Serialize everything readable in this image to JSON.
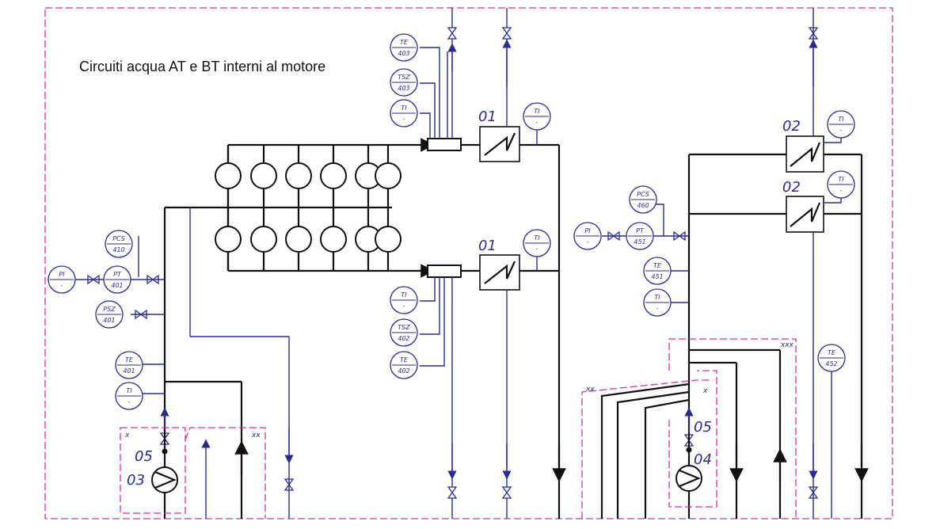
{
  "title": "Circuiti acqua AT e BT interni al motore",
  "colors": {
    "process": "#2b2d8c",
    "main_line": "#111111",
    "boundary": "#d2359a"
  },
  "equipment": {
    "hx_at_upper": "01",
    "hx_at_lower": "01",
    "hx_bt_upper": "02",
    "hx_bt_lower": "02",
    "pump_at": "03",
    "pump_bt": "04",
    "valve_at": "05",
    "valve_bt": "05"
  },
  "instruments": [
    {
      "id": "te403",
      "top": "TE",
      "bottom": "403"
    },
    {
      "id": "tsz403",
      "top": "TSZ",
      "bottom": "403"
    },
    {
      "id": "ti-inlet-upper",
      "top": "TI",
      "bottom": "-"
    },
    {
      "id": "ti-hx01-upper",
      "top": "TI",
      "bottom": "-"
    },
    {
      "id": "ti-hx01-lower",
      "top": "TI",
      "bottom": "-"
    },
    {
      "id": "ti-inlet-lower",
      "top": "TI",
      "bottom": "-"
    },
    {
      "id": "tsz402",
      "top": "TSZ",
      "bottom": "402"
    },
    {
      "id": "te402",
      "top": "TE",
      "bottom": "402"
    },
    {
      "id": "pcs410",
      "top": "PCS",
      "bottom": "410"
    },
    {
      "id": "pi-left",
      "top": "PI",
      "bottom": "-"
    },
    {
      "id": "pt401",
      "top": "PT",
      "bottom": "401"
    },
    {
      "id": "psz401",
      "top": "PSZ",
      "bottom": "401"
    },
    {
      "id": "te401",
      "top": "TE",
      "bottom": "401"
    },
    {
      "id": "ti-left",
      "top": "TI",
      "bottom": "-"
    },
    {
      "id": "ti-hx02-upper",
      "top": "TI",
      "bottom": "-"
    },
    {
      "id": "ti-hx02-lower",
      "top": "TI",
      "bottom": "-"
    },
    {
      "id": "pcs460",
      "top": "PCS",
      "bottom": "460"
    },
    {
      "id": "pi-right",
      "top": "PI",
      "bottom": "-"
    },
    {
      "id": "pt451",
      "top": "PT",
      "bottom": "451"
    },
    {
      "id": "te451",
      "top": "TE",
      "bottom": "451"
    },
    {
      "id": "ti-right",
      "top": "TI",
      "bottom": "-"
    },
    {
      "id": "te452",
      "top": "TE",
      "bottom": "452"
    }
  ],
  "marks": {
    "x1": "x",
    "x2": "xx",
    "x3": "xxx"
  }
}
